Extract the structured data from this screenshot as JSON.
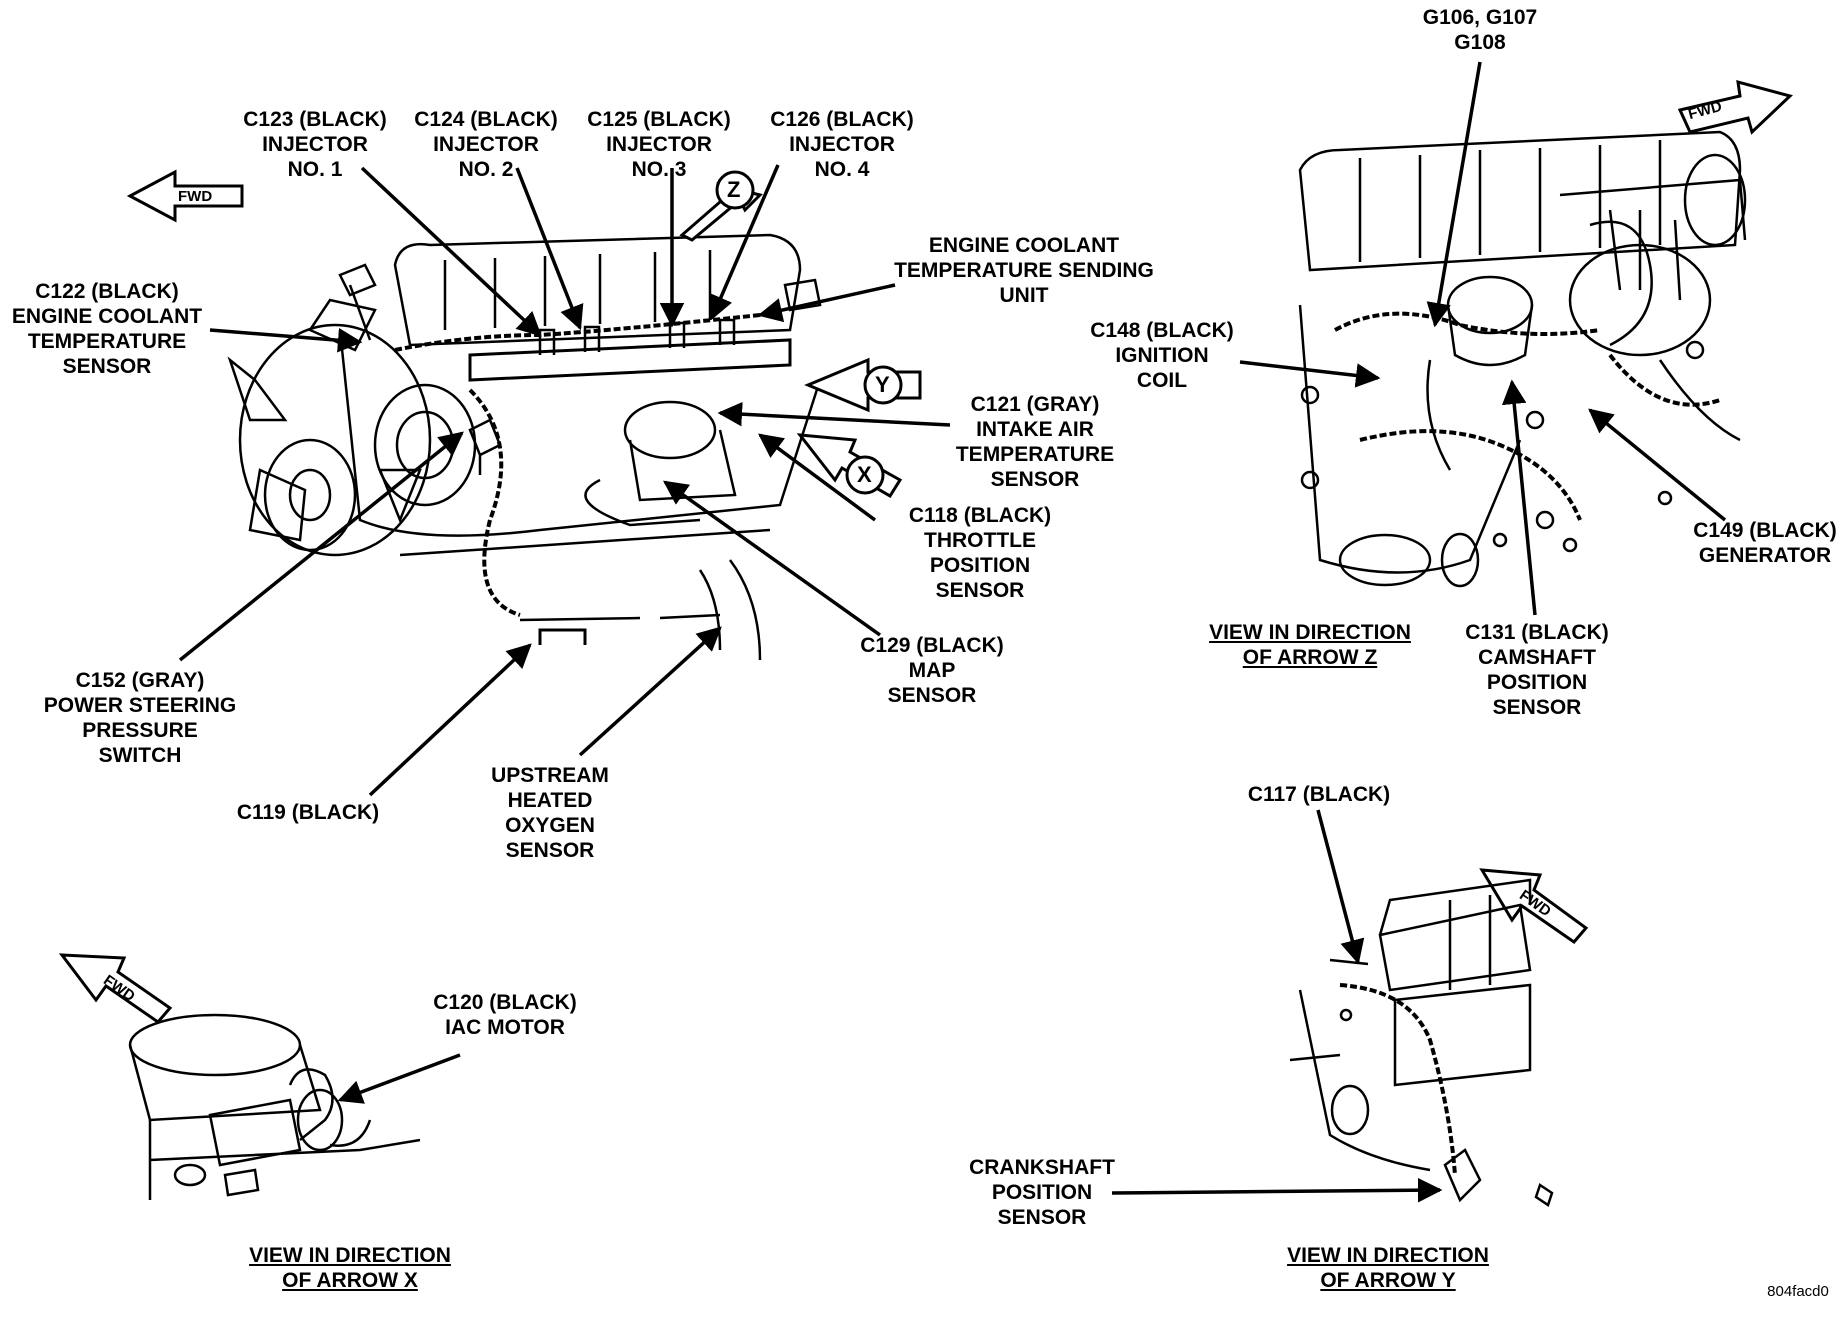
{
  "labels": {
    "c123": [
      "C123 (BLACK)",
      "INJECTOR",
      "NO. 1"
    ],
    "c124": [
      "C124 (BLACK)",
      "INJECTOR",
      "NO. 2"
    ],
    "c125": [
      "C125 (BLACK)",
      "INJECTOR",
      "NO. 3"
    ],
    "c126": [
      "C126 (BLACK)",
      "INJECTOR",
      "NO. 4"
    ],
    "c122": [
      "C122 (BLACK)",
      "ENGINE COOLANT",
      "TEMPERATURE",
      "SENSOR"
    ],
    "ect_unit": [
      "ENGINE COOLANT",
      "TEMPERATURE SENDING",
      "UNIT"
    ],
    "c121": [
      "C121 (GRAY)",
      "INTAKE AIR",
      "TEMPERATURE",
      "SENSOR"
    ],
    "c118": [
      "C118 (BLACK)",
      "THROTTLE",
      "POSITION",
      "SENSOR"
    ],
    "c129": [
      "C129 (BLACK)",
      "MAP",
      "SENSOR"
    ],
    "c152": [
      "C152 (GRAY)",
      "POWER STEERING",
      "PRESSURE",
      "SWITCH"
    ],
    "c119": [
      "C119 (BLACK)"
    ],
    "o2": [
      "UPSTREAM",
      "HEATED",
      "OXYGEN",
      "SENSOR"
    ],
    "g106": [
      "G106, G107",
      "G108"
    ],
    "c148": [
      "C148 (BLACK)",
      "IGNITION",
      "COIL"
    ],
    "c149": [
      "C149 (BLACK)",
      "GENERATOR"
    ],
    "c131": [
      "C131 (BLACK)",
      "CAMSHAFT",
      "POSITION",
      "SENSOR"
    ],
    "view_z": [
      "VIEW IN DIRECTION",
      "OF ARROW Z"
    ],
    "c117": [
      "C117 (BLACK)"
    ],
    "ckp": [
      "CRANKSHAFT",
      "POSITION",
      "SENSOR"
    ],
    "view_y": [
      "VIEW IN DIRECTION",
      "OF ARROW Y"
    ],
    "c120": [
      "C120 (BLACK)",
      "IAC MOTOR"
    ],
    "view_x": [
      "VIEW IN DIRECTION",
      "OF ARROW X"
    ],
    "code": [
      "804facd0"
    ]
  },
  "fwd_text": "FWD",
  "arrow_letters": {
    "z": "Z",
    "y": "Y",
    "x": "X"
  },
  "colors": {
    "ink": "#000000",
    "paper": "#ffffff"
  }
}
